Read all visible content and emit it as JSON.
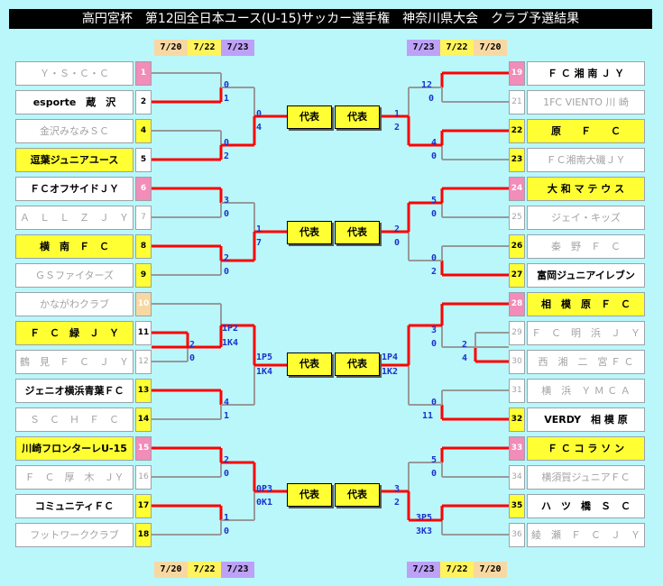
{
  "title": "高円宮杯　第12回全日本ユース(U-15)サッカー選手権　神奈川県大会　クラブ予選結果",
  "dates": [
    "7/20",
    "7/22",
    "7/23"
  ],
  "rep_label": "代表",
  "left_teams": [
    {
      "name": "Ｙ・Ｓ・Ｃ・Ｃ",
      "num": "1",
      "style": "g",
      "nstyle": "pink"
    },
    {
      "name": "esporte　蔵　沢",
      "num": "2",
      "style": "w",
      "nstyle": "white"
    },
    {
      "name": "金沢みなみＳＣ",
      "num": "4",
      "style": "g",
      "nstyle": "yellow"
    },
    {
      "name": "逗葉ジュニアユース",
      "num": "5",
      "style": "y",
      "nstyle": "white"
    },
    {
      "name": "ＦＣオフサイドＪＹ",
      "num": "6",
      "style": "w",
      "nstyle": "pink"
    },
    {
      "name": "Ａ　Ｌ　Ｌ　Ｚ　Ｊ　Ｙ",
      "num": "7",
      "style": "g",
      "nstyle": "grey"
    },
    {
      "name": "横　南　Ｆ　Ｃ",
      "num": "8",
      "style": "y",
      "nstyle": "yellow"
    },
    {
      "name": "ＧＳファイターズ",
      "num": "9",
      "style": "g",
      "nstyle": "yellow"
    },
    {
      "name": "かながわクラブ",
      "num": "10",
      "style": "g",
      "nstyle": "beige"
    },
    {
      "name": "Ｆ　Ｃ　緑　Ｊ　Ｙ",
      "num": "11",
      "style": "y",
      "nstyle": "white"
    },
    {
      "name": "鶴　見　Ｆ　Ｃ　Ｊ　Ｙ",
      "num": "12",
      "style": "g",
      "nstyle": "grey"
    },
    {
      "name": "ジェニオ横浜青葉ＦＣ",
      "num": "13",
      "style": "w",
      "nstyle": "yellow"
    },
    {
      "name": "Ｓ　Ｃ　Ｈ　Ｆ　Ｃ",
      "num": "14",
      "style": "g",
      "nstyle": "yellow"
    },
    {
      "name": "川崎フロンターレU-15",
      "num": "15",
      "style": "y",
      "nstyle": "pink"
    },
    {
      "name": "Ｆ　Ｃ　厚　木　ＪＹ",
      "num": "16",
      "style": "g",
      "nstyle": "grey"
    },
    {
      "name": "コミュニティＦＣ",
      "num": "17",
      "style": "w",
      "nstyle": "yellow"
    },
    {
      "name": "フットワーククラブ",
      "num": "18",
      "style": "g",
      "nstyle": "yellow"
    }
  ],
  "right_teams": [
    {
      "name": "Ｆ Ｃ 湘 南 Ｊ Ｙ",
      "num": "19",
      "style": "w",
      "nstyle": "pink"
    },
    {
      "name": "1FC VIENTO 川 崎",
      "num": "21",
      "style": "g",
      "nstyle": "grey"
    },
    {
      "name": "原　　Ｆ　　Ｃ",
      "num": "22",
      "style": "y",
      "nstyle": "yellow"
    },
    {
      "name": "ＦＣ湘南大磯ＪＹ",
      "num": "23",
      "style": "g",
      "nstyle": "yellow"
    },
    {
      "name": "大 和 マ テ ウ ス",
      "num": "24",
      "style": "y",
      "nstyle": "pink"
    },
    {
      "name": "ジェイ・キッズ",
      "num": "25",
      "style": "g",
      "nstyle": "grey"
    },
    {
      "name": "秦　野　Ｆ　Ｃ",
      "num": "26",
      "style": "g",
      "nstyle": "yellow"
    },
    {
      "name": "富岡ジュニアイレブン",
      "num": "27",
      "style": "w",
      "nstyle": "yellow"
    },
    {
      "name": "相　模　原　Ｆ　Ｃ",
      "num": "28",
      "style": "y",
      "nstyle": "pink"
    },
    {
      "name": "Ｆ　Ｃ　明　浜　Ｊ　Ｙ",
      "num": "29",
      "style": "g",
      "nstyle": "grey"
    },
    {
      "name": "西　湘　二　宮 Ｆ Ｃ",
      "num": "30",
      "style": "g",
      "nstyle": "grey"
    },
    {
      "name": "横　浜　Ｙ Ｍ Ｃ Ａ",
      "num": "31",
      "style": "g",
      "nstyle": "grey"
    },
    {
      "name": "VERDY　相 模 原",
      "num": "32",
      "style": "w",
      "nstyle": "yellow"
    },
    {
      "name": "Ｆ Ｃ コ ラ ソ ン",
      "num": "33",
      "style": "y",
      "nstyle": "pink"
    },
    {
      "name": "横須賀ジュニアＦＣ",
      "num": "34",
      "style": "g",
      "nstyle": "grey"
    },
    {
      "name": "ハ　ツ　橋　Ｓ　Ｃ",
      "num": "35",
      "style": "w",
      "nstyle": "yellow"
    },
    {
      "name": "綾　瀬　Ｆ　Ｃ　Ｊ　Ｙ",
      "num": "36",
      "style": "g",
      "nstyle": "grey"
    }
  ],
  "scores": [
    "0",
    "1",
    "0",
    "2",
    "0",
    "4",
    "3",
    "0",
    "2",
    "0",
    "1",
    "7",
    "2",
    "0",
    "1P2",
    "1K4",
    "4",
    "1",
    "1P5",
    "1K4",
    "2",
    "0",
    "1",
    "0",
    "0P3",
    "0K1",
    "12",
    "0",
    "4",
    "0",
    "1",
    "2",
    "5",
    "0",
    "0",
    "2",
    "2",
    "0",
    "3",
    "0",
    "2",
    "4",
    "0",
    "11",
    "1P4",
    "1K2",
    "5",
    "0",
    "3P5",
    "3K3",
    "3",
    "2"
  ]
}
